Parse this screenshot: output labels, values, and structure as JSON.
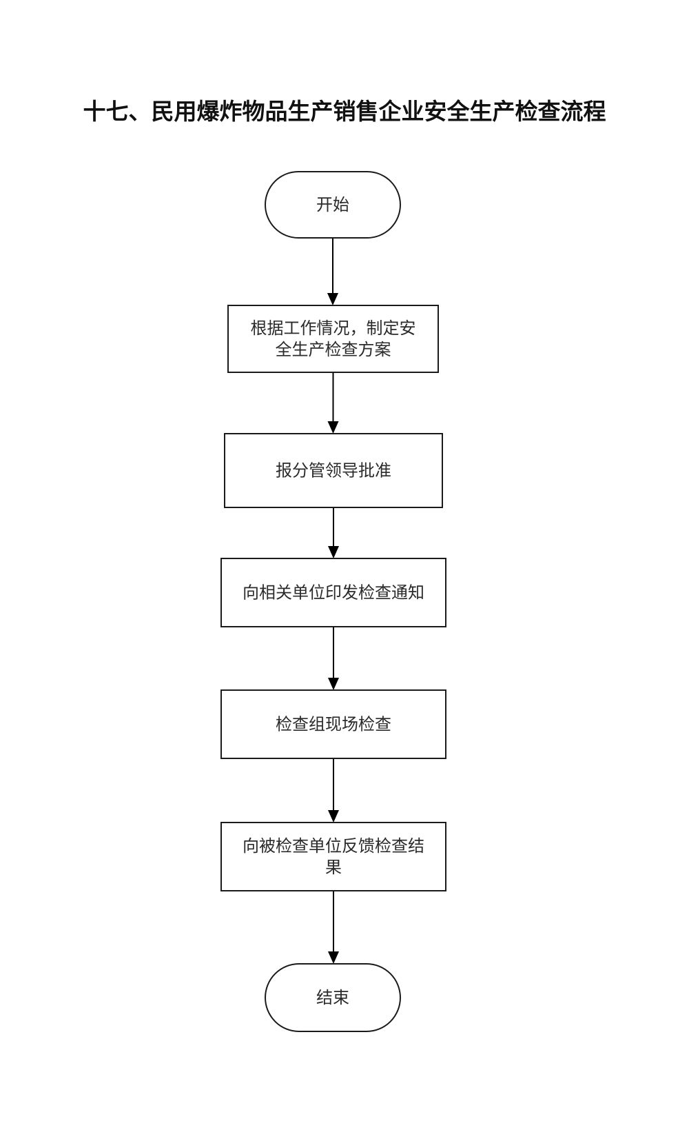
{
  "title": "十七、民用爆炸物品生产销售企业安全生产检查流程",
  "nodes": [
    {
      "id": "start",
      "type": "terminal",
      "lines": [
        "开始"
      ]
    },
    {
      "id": "step1",
      "type": "process",
      "lines": [
        "根据工作情况，制定安",
        "全生产检查方案"
      ]
    },
    {
      "id": "step2",
      "type": "process",
      "lines": [
        "报分管领导批准"
      ]
    },
    {
      "id": "step3",
      "type": "process",
      "lines": [
        "向相关单位印发检查通知"
      ]
    },
    {
      "id": "step4",
      "type": "process",
      "lines": [
        "检查组现场检查"
      ]
    },
    {
      "id": "step5",
      "type": "process",
      "lines": [
        "向被检查单位反馈检查结",
        "果"
      ]
    },
    {
      "id": "end",
      "type": "terminal",
      "lines": [
        "结束"
      ]
    }
  ],
  "edges": [
    {
      "from": "start",
      "to": "step1"
    },
    {
      "from": "step1",
      "to": "step2"
    },
    {
      "from": "step2",
      "to": "step3"
    },
    {
      "from": "step3",
      "to": "step4"
    },
    {
      "from": "step4",
      "to": "step5"
    },
    {
      "from": "step5",
      "to": "end"
    }
  ]
}
